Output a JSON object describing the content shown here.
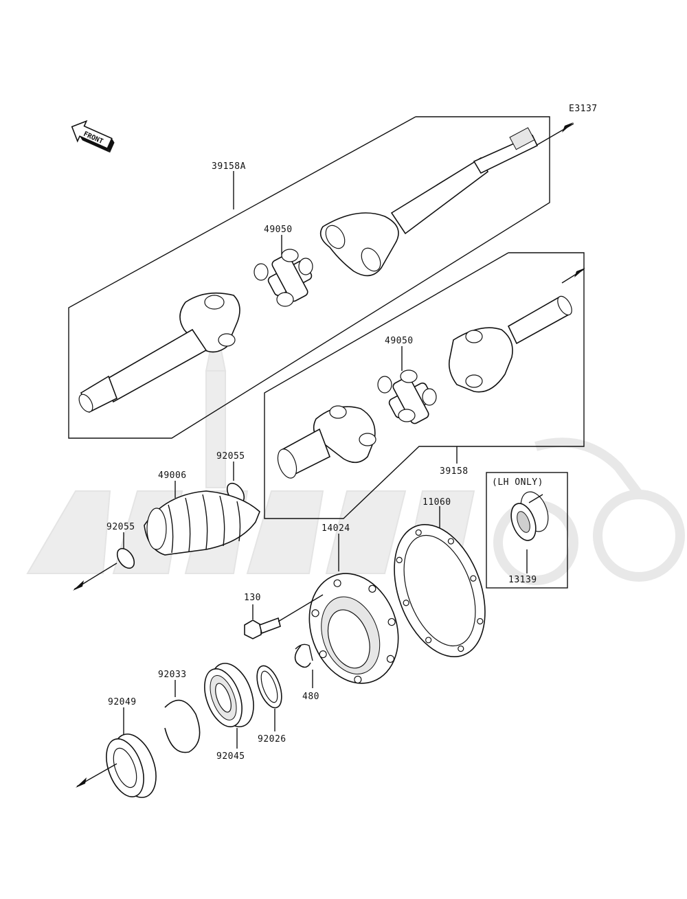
{
  "diagram_code": "E3137",
  "front_label": "FRONT",
  "parts": {
    "p39158A": "39158A",
    "p49050_upper": "49050",
    "p49050_lower": "49050",
    "p39158": "39158",
    "p92055_a": "92055",
    "p49006": "49006",
    "p92055_b": "92055",
    "p11060": "11060",
    "p14024": "14024",
    "p130": "130",
    "p92033": "92033",
    "p92049": "92049",
    "p92045": "92045",
    "p92026": "92026",
    "p480": "480",
    "p13139": "13139"
  },
  "lh_only_label": "(LH ONLY)"
}
